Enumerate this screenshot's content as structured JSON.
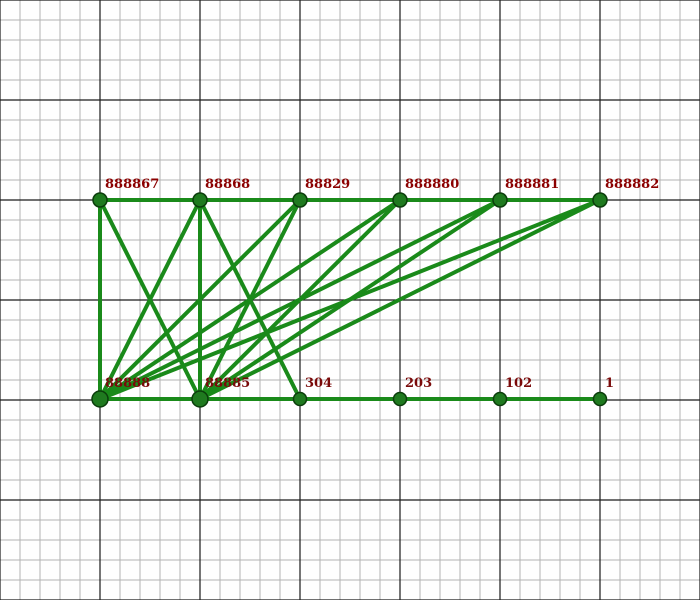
{
  "colors": {
    "background": "#ffffff",
    "grid_minor": "#b3b3b3",
    "grid_major": "#1a1a1a",
    "edge": "#1a8a1a",
    "node": "#1f7a1f",
    "node_outline": "#0b3d0b",
    "top_label": "#8b0000",
    "bottom_label": "#7a0a0a"
  },
  "top_labels": [
    "888867",
    "88868",
    "88829",
    "888880",
    "888881",
    "888882"
  ],
  "bottom_labels": [
    "88888",
    "88885",
    "304",
    "203",
    "102",
    "1"
  ]
}
